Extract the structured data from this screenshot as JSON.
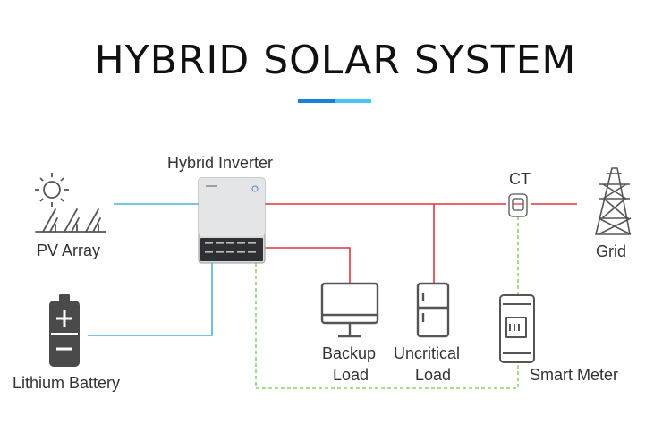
{
  "title": "HYBRID SOLAR SYSTEM",
  "colors": {
    "accent_dark_blue": "#1c7fd6",
    "accent_light_blue": "#47c6f0",
    "ac_line": "#e0353d",
    "dc_line": "#49b4e0",
    "comm_line": "#8cd46a",
    "icon": "#555555"
  },
  "labels": {
    "inverter": "Hybrid Inverter",
    "pv_array": "PV Array",
    "battery": "Lithium Battery",
    "ct": "CT",
    "grid": "Grid",
    "backup_load_line1": "Backup",
    "backup_load_line2": "Load",
    "uncritical_load_line1": "Uncritical",
    "uncritical_load_line2": "Load",
    "smart_meter": "Smart Meter"
  },
  "icons": {
    "sun": "sun-icon",
    "solar_panels": "solar-panels-icon",
    "inverter": "inverter-icon",
    "battery": "battery-icon",
    "battery_plus": "+",
    "battery_minus": "−",
    "ct_clamp": "ct-clamp-icon",
    "pylon": "transmission-tower-icon",
    "monitor": "monitor-icon",
    "fridge": "fridge-icon",
    "meter": "smart-meter-icon"
  }
}
